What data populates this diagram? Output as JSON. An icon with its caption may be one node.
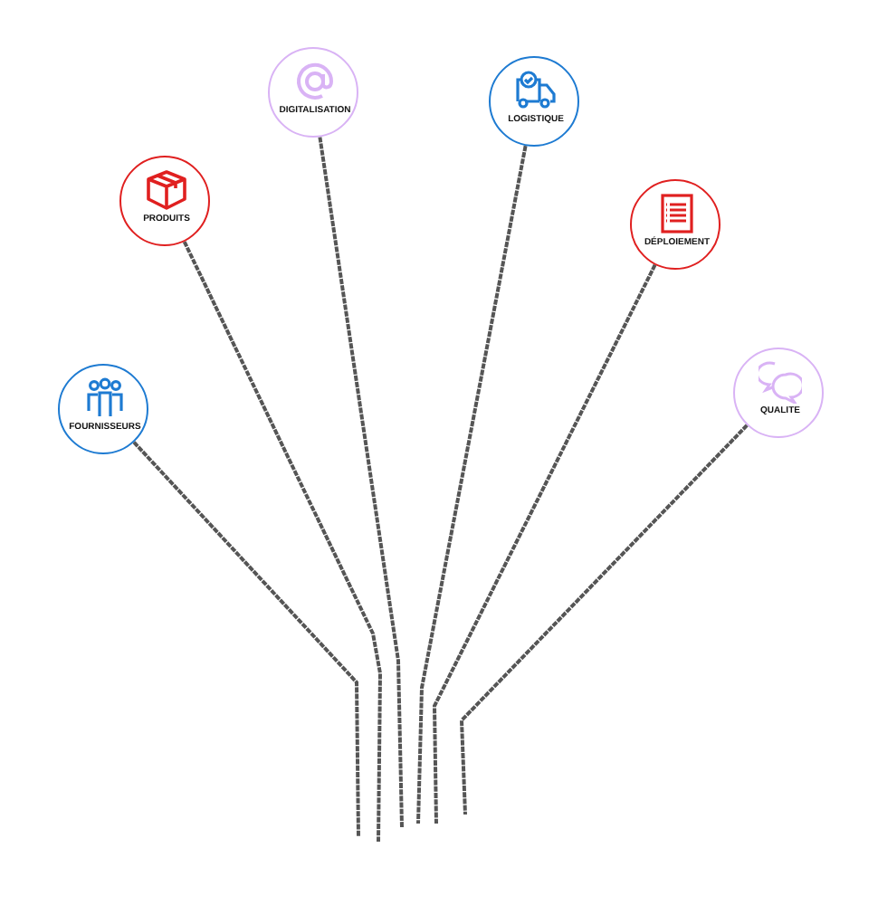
{
  "diagram": {
    "nodes": [
      {
        "text": [
          "FOURNISSEURS"
        ]
      },
      {
        "text": [
          "PRODUITS"
        ]
      },
      {
        "text": [
          "DIGITALISATION"
        ]
      },
      {
        "text": [
          "LOGISTIQUE"
        ]
      },
      {
        "text": [
          "DÉPLOIEMENT"
        ]
      },
      {
        "text": [
          "QUALITE"
        ]
      }
    ],
    "edges": [
      {
        "from": 0,
        "to": null,
        "arrow": "none"
      },
      {
        "from": 1,
        "to": null,
        "arrow": "none"
      },
      {
        "from": 2,
        "to": null,
        "arrow": "none"
      },
      {
        "from": 3,
        "to": null,
        "arrow": "none"
      },
      {
        "from": 4,
        "to": null,
        "arrow": "none"
      },
      {
        "from": 5,
        "to": null,
        "arrow": "none"
      }
    ]
  }
}
